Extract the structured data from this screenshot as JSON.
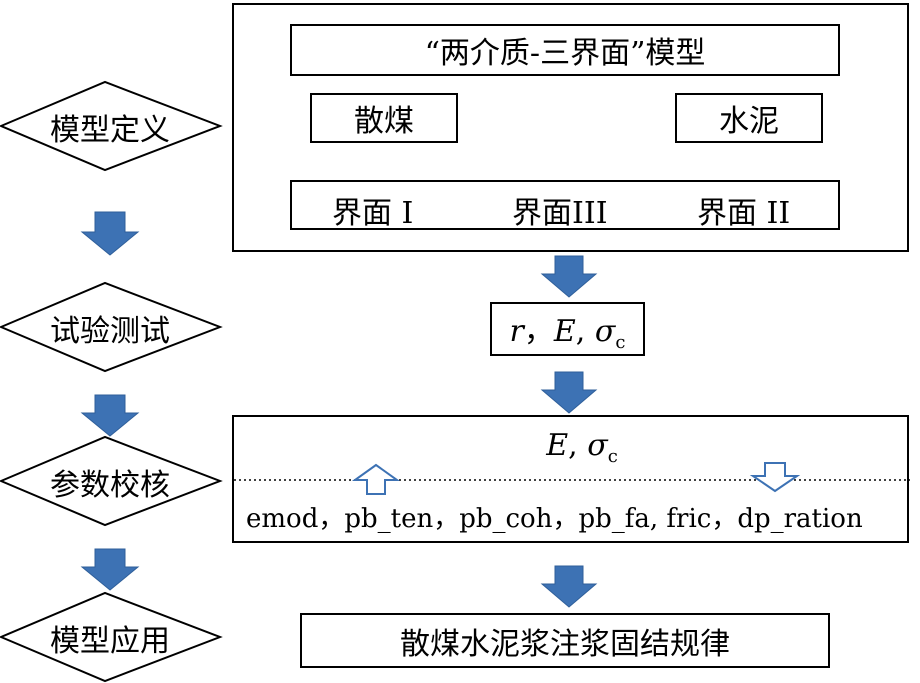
{
  "steps": [
    {
      "label": "模型定义"
    },
    {
      "label": "试验测试"
    },
    {
      "label": "参数校核"
    },
    {
      "label": "模型应用"
    }
  ],
  "model": {
    "title": "“两介质-三界面”模型",
    "media": {
      "left": "散煤",
      "right": "水泥"
    },
    "interfaces": [
      "界面 I",
      "界面III",
      "界面 II"
    ]
  },
  "test": {
    "r": "r",
    "sep": "，",
    "E": "E",
    "comma": ",",
    "sigma": "σ",
    "sub": "c"
  },
  "calibration": {
    "E": "E",
    "comma": ",",
    "sigma": "σ",
    "sub": "c",
    "params": "emod，pb_ten，pb_coh，pb_fa, fric，dp_ration"
  },
  "application": {
    "label": "散煤水泥浆注浆固结规律"
  },
  "colors": {
    "arrow_fill": "#3d72b4",
    "hollow_arrow_stroke": "#3d72b4",
    "line": "#000000"
  }
}
